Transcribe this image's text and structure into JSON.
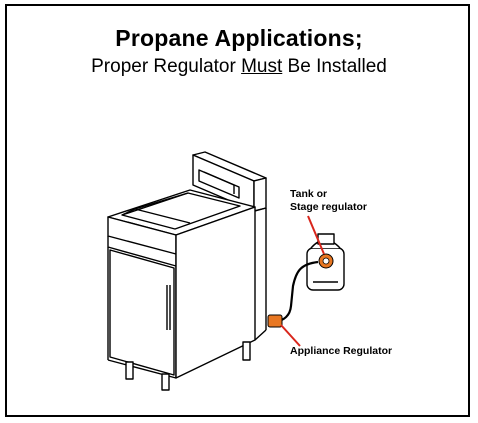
{
  "title": "Propane Applications;",
  "subtitle": {
    "before": "Proper Regulator ",
    "emphasis": "Must",
    "after": " Be Installed"
  },
  "labels": {
    "tank_line1": "Tank or",
    "tank_line2": "Stage regulator",
    "appliance": "Appliance Regulator"
  },
  "colors": {
    "regulator_highlight": "#e87722",
    "pointer_line": "#d9261c"
  }
}
